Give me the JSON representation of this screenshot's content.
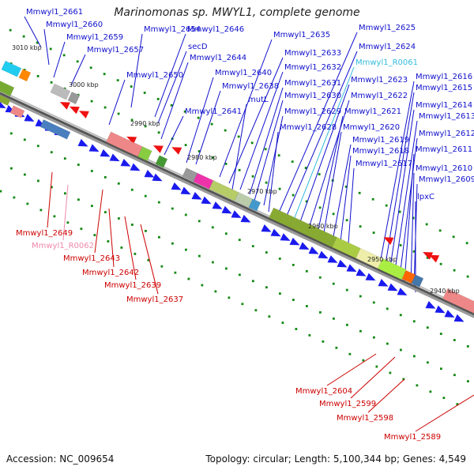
{
  "title": "Marinomonas sp. MWYL1, complete genome",
  "footer": {
    "accession": "Accession: NC_009654",
    "stats": "Topology: circular; Length: 5,100,344 bp; Genes: 4,549"
  },
  "colors": {
    "forward_label": "#1010cc",
    "reverse_label": "#cc0000",
    "rna_forward_label": "#33bbdd",
    "rna_reverse_label": "#ee88aa",
    "backbone": "#777777",
    "tick": "#118811"
  },
  "scale_labels": [
    "3010 kbp",
    "3000 kbp",
    "2990 kbp",
    "2980 kbp",
    "2970 kbp",
    "2960 kbp",
    "2950 kbp",
    "2940 kbp"
  ],
  "forward_genes": [
    "Mmwyl1_2661",
    "Mmwyl1_2660",
    "Mmwyl1_2659",
    "Mmwyl1_2657",
    "Mmwyl1_2654",
    "Mmwyl1_2646",
    "secD",
    "Mmwyl1_2644",
    "Mmwyl1_2650",
    "Mmwyl1_2640",
    "Mmwyl1_2638",
    "Mmwyl1_2641",
    "Mmwyl1_2635",
    "Mmwyl1_2633",
    "Mmwyl1_2632",
    "Mmwyl1_2631",
    "mutL",
    "Mmwyl1_2630",
    "Mmwyl1_2629",
    "Mmwyl1_2628",
    "Mmwyl1_2625",
    "Mmwyl1_2624",
    "Mmwyl1_R0061",
    "Mmwyl1_2623",
    "Mmwyl1_2622",
    "Mmwyl1_2621",
    "Mmwyl1_2620",
    "Mmwyl1_2619",
    "Mmwyl1_2618",
    "Mmwyl1_2617",
    "Mmwyl1_2616",
    "Mmwyl1_2615",
    "Mmwyl1_2614",
    "Mmwyl1_2613",
    "Mmwyl1_2612",
    "Mmwyl1_2611",
    "Mmwyl1_2610",
    "Mmwyl1_2609",
    "lpxC"
  ],
  "reverse_genes": [
    "Mmwyl1_2649",
    "Mmwyl1_R0062",
    "Mmwyl1_2643",
    "Mmwyl1_2642",
    "Mmwyl1_2639",
    "Mmwyl1_2637",
    "Mmwyl1_2604",
    "Mmwyl1_2599",
    "Mmwyl1_2598",
    "Mmwyl1_2589"
  ]
}
